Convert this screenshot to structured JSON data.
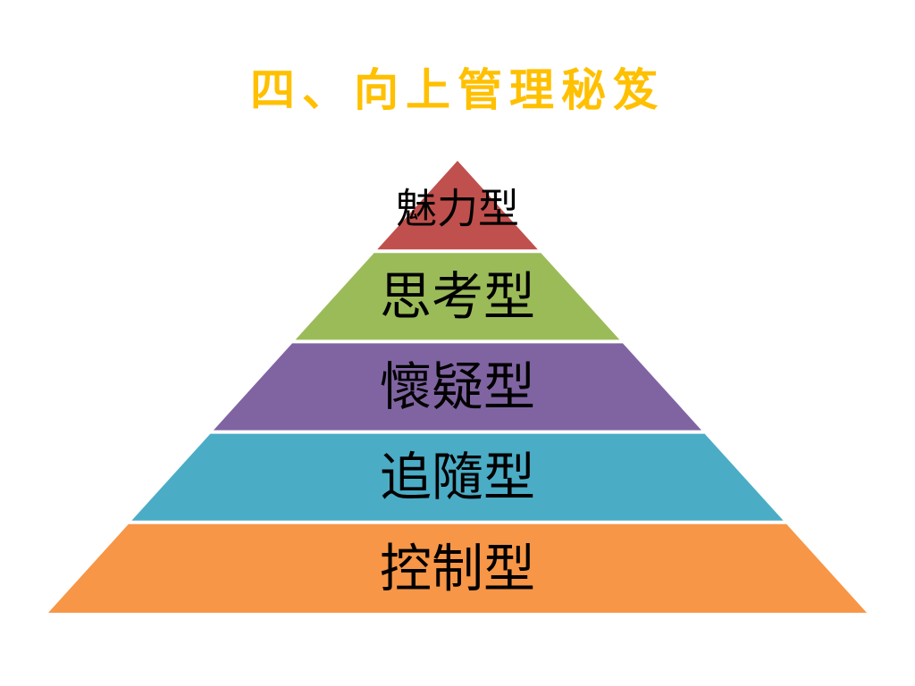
{
  "title": "四、向上管理秘笈",
  "title_color": "#ffc000",
  "pyramid": {
    "tiers": [
      {
        "label": "魅力型",
        "color": "#c0504d"
      },
      {
        "label": "思考型",
        "color": "#9bbb59"
      },
      {
        "label": "懷疑型",
        "color": "#8064a2"
      },
      {
        "label": "追隨型",
        "color": "#4bacc6"
      },
      {
        "label": "控制型",
        "color": "#f79646"
      }
    ]
  }
}
